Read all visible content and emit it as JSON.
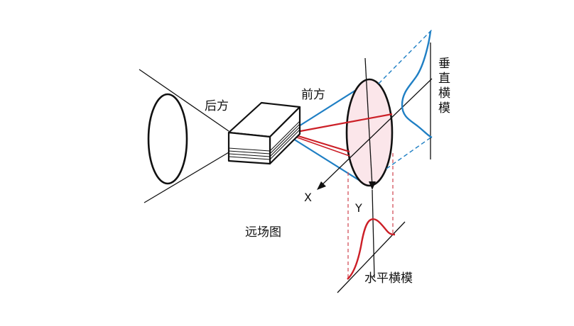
{
  "labels": {
    "rear": "后方",
    "front": "前方",
    "far_field": "远场图",
    "vertical_transverse_mode": [
      "垂",
      "直",
      "横",
      "模"
    ],
    "horizontal_transverse_mode": "水平横模",
    "x_axis": "X",
    "y_axis": "Y"
  },
  "colors": {
    "outline": "#111111",
    "blue": "#1f7fc4",
    "red": "#cc1f27",
    "red_dash": "#d2505a",
    "ellipse_fill": "#fbe6ea"
  }
}
